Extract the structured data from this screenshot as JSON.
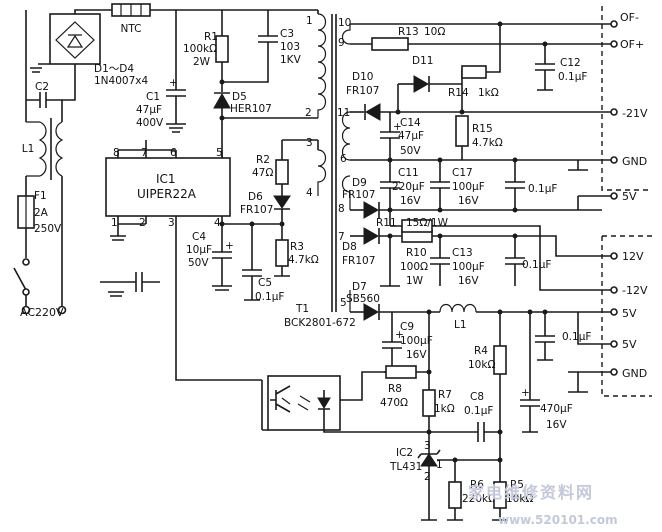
{
  "ic1": {
    "name": "IC1",
    "part": "UIPER22A",
    "pins": [
      "8",
      "7",
      "6",
      "5",
      "1",
      "2",
      "3",
      "4"
    ]
  },
  "bridge": {
    "label": "D1～D4",
    "part": "1N4007x4"
  },
  "ntc": "NTC",
  "input": {
    "c2": "C2",
    "l1": "L1",
    "f1": "F1",
    "f1_rating": "2A",
    "f1_voltage": "250V",
    "ac": "AC220V"
  },
  "primary": {
    "r1": "R1",
    "r1_val": "100kΩ",
    "r1_pow": "2W",
    "c3": "C3",
    "c3_val": "103",
    "c3_volt": "1KV",
    "c1": "C1",
    "c1_val": "47μF",
    "c1_volt": "400V",
    "d5": "D5",
    "d5_part": "HER107",
    "r2": "R2",
    "r2_val": "47Ω",
    "d6": "D6",
    "d6_part": "FR107",
    "c4": "C4",
    "c4_val": "10μF",
    "c4_volt": "50V",
    "r3": "R3",
    "r3_val": "4.7kΩ",
    "c5": "C5",
    "c5_val": "0.1μF"
  },
  "transformer": {
    "name": "T1",
    "part": "BCK2801-672",
    "pins": [
      "10",
      "9",
      "11",
      "6",
      "8",
      "7",
      "5",
      "1",
      "2",
      "3",
      "4"
    ]
  },
  "secondary": {
    "r13": "R13",
    "r13_val": "10Ω",
    "d11": "D11",
    "c12": "C12",
    "c12_val": "0.1μF",
    "d10": "D10",
    "d10_part": "FR107",
    "r14": "R14",
    "r14_val": "1kΩ",
    "c14": "C14",
    "c14_val": "47μF",
    "c14_volt": "50V",
    "r15": "R15",
    "r15_val": "4.7kΩ",
    "d9": "D9",
    "d9_part": "FR107",
    "c11": "C11",
    "c11_val": "220μF",
    "c11_volt": "16V",
    "c17": "C17",
    "c17_val": "100μF",
    "c17_volt": "16V",
    "cap_01": "0.1μF",
    "r11": "R11",
    "r11_val": "15Ω/1W",
    "d8": "D8",
    "d8_part": "FR107",
    "r10": "R10",
    "r10_val": "100Ω",
    "r10_pow": "1W",
    "c13": "C13",
    "c13_val": "100μF",
    "c13_volt": "16V",
    "d7": "D7",
    "d7_part": "SB560",
    "l1": "L1",
    "c9": "C9",
    "c9_val": "100μF",
    "c9_volt": "16V",
    "r4": "R4",
    "r4_val": "10kΩ",
    "cap_470": "470μF",
    "cap_470_volt": "16V",
    "r8": "R8",
    "r8_val": "470Ω",
    "r7": "R7",
    "r7_val": "1kΩ",
    "c8": "C8",
    "c8_val": "0.1μF",
    "ic2": "IC2",
    "ic2_part": "TL431",
    "ic2_pins": [
      "3",
      "1",
      "2"
    ],
    "r6": "R6",
    "r6_val": "220kΩ",
    "r5": "R5",
    "r5_val": "10kΩ"
  },
  "outputs": [
    "OF-",
    "OF+",
    "-21V",
    "GND",
    "5V",
    "12V",
    "-12V",
    "5V",
    "5V",
    "GND"
  ],
  "watermark": {
    "text": "家电维修资料网",
    "url": "www.520101.com"
  }
}
